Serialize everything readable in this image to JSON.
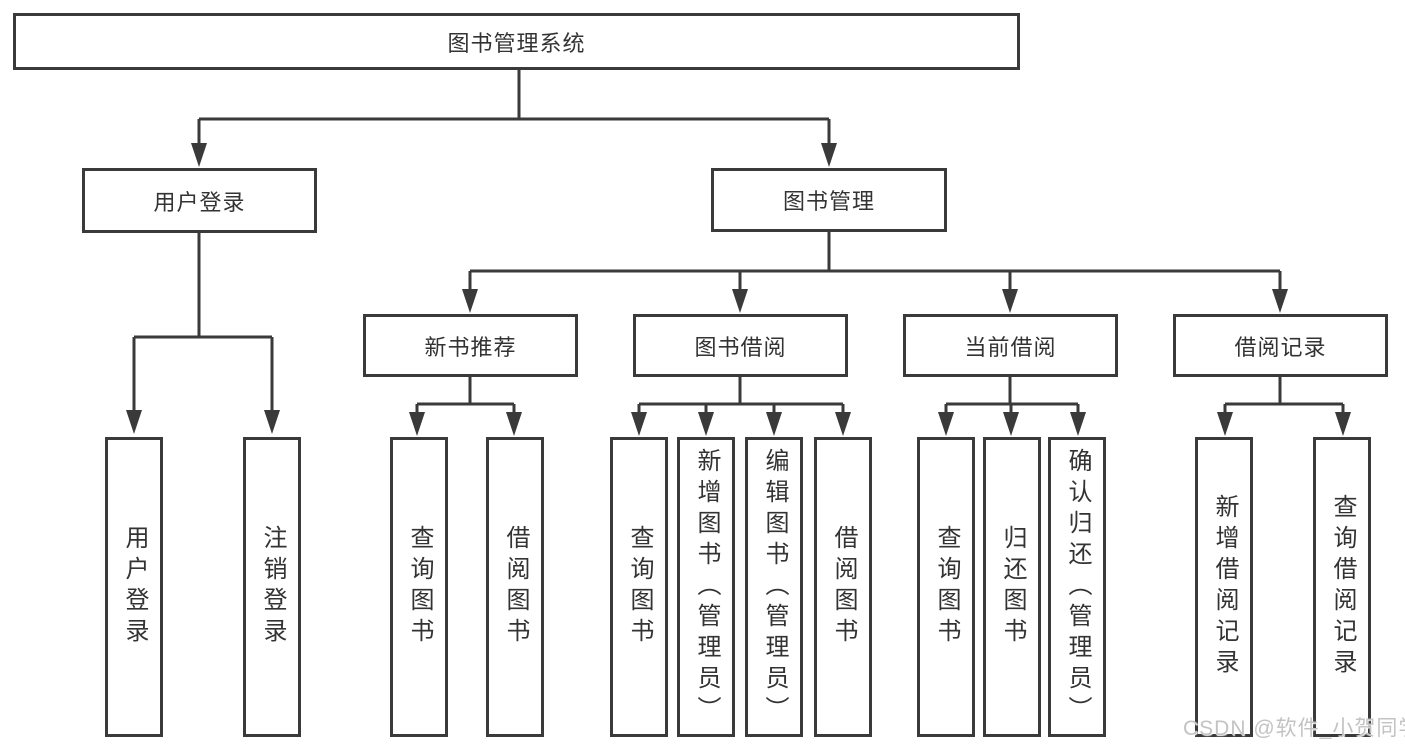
{
  "diagram": {
    "root": {
      "label": "图书管理系统"
    },
    "branches": {
      "user_login": {
        "label": "用户登录",
        "children": {
          "login": {
            "label": "用户登录"
          },
          "logout": {
            "label": "注销登录"
          }
        }
      },
      "book_mgmt": {
        "label": "图书管理",
        "children": {
          "new_book_rec": {
            "label": "新书推荐",
            "children": {
              "query": {
                "label": "查询图书"
              },
              "borrow": {
                "label": "借阅图书"
              }
            }
          },
          "book_borrow": {
            "label": "图书借阅",
            "children": {
              "query": {
                "label": "查询图书"
              },
              "add": {
                "label": "新增图书（管理员）"
              },
              "edit": {
                "label": "编辑图书（管理员）"
              },
              "borrow": {
                "label": "借阅图书"
              }
            }
          },
          "current_borrow": {
            "label": "当前借阅",
            "children": {
              "query": {
                "label": "查询图书"
              },
              "return": {
                "label": "归还图书"
              },
              "confirm": {
                "label": "确认归还（管理员）"
              }
            }
          },
          "borrow_records": {
            "label": "借阅记录",
            "children": {
              "add": {
                "label": "新增借阅记录"
              },
              "query": {
                "label": "查询借阅记录"
              }
            }
          }
        }
      }
    }
  },
  "watermark": {
    "text": "CSDN @软件_小贺同学"
  },
  "colors": {
    "line": "#3a3a3a",
    "border": "#3a3a3a",
    "text": "#333333",
    "watermark": "#c3c3c3",
    "background": "#ffffff"
  }
}
